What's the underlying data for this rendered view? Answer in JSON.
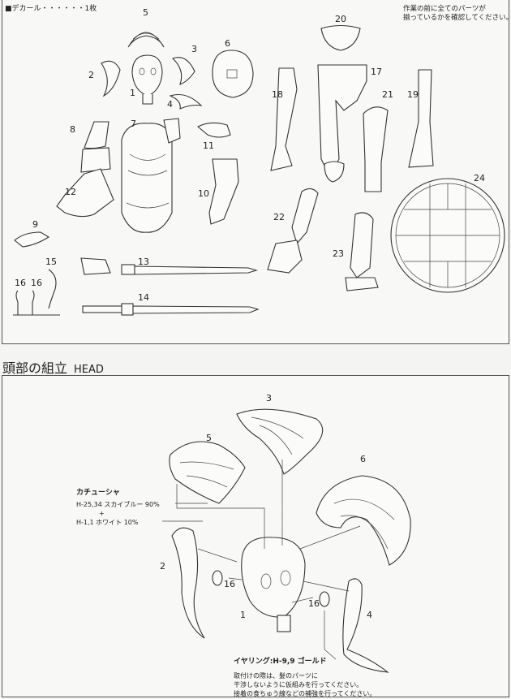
{
  "header": {
    "decal_line": "■デカール・・・・・・1枚",
    "note_line1": "作業の前に全てのパーツが",
    "note_line2": "揃っているかを確認してください。"
  },
  "parts_numbers": [
    "5",
    "20",
    "6",
    "3",
    "2",
    "1",
    "4",
    "17",
    "18",
    "21",
    "19",
    "7",
    "8",
    "11",
    "10",
    "24",
    "12",
    "22",
    "9",
    "15",
    "13",
    "23",
    "16",
    "16",
    "14"
  ],
  "head_section": {
    "title_ja": "頭部の組立",
    "title_en": "HEAD",
    "part_labels": [
      "3",
      "5",
      "6",
      "2",
      "16",
      "1",
      "16",
      "4"
    ],
    "katyusha_label": "カチューシャ",
    "katyusha_color1": "H-25,34 スカイブルー 90%",
    "katyusha_plus": "+",
    "katyusha_color2": "H-1,1 ホワイト 10%",
    "earring_label": "イヤリング:H-9,9 ゴールド",
    "note_line1": "取付けの際は、髪のパーツに",
    "note_line2": "干渉しないように仮組みを行ってください。",
    "note_line3": "接着の食ちゅう線などの補強を行ってください。"
  }
}
